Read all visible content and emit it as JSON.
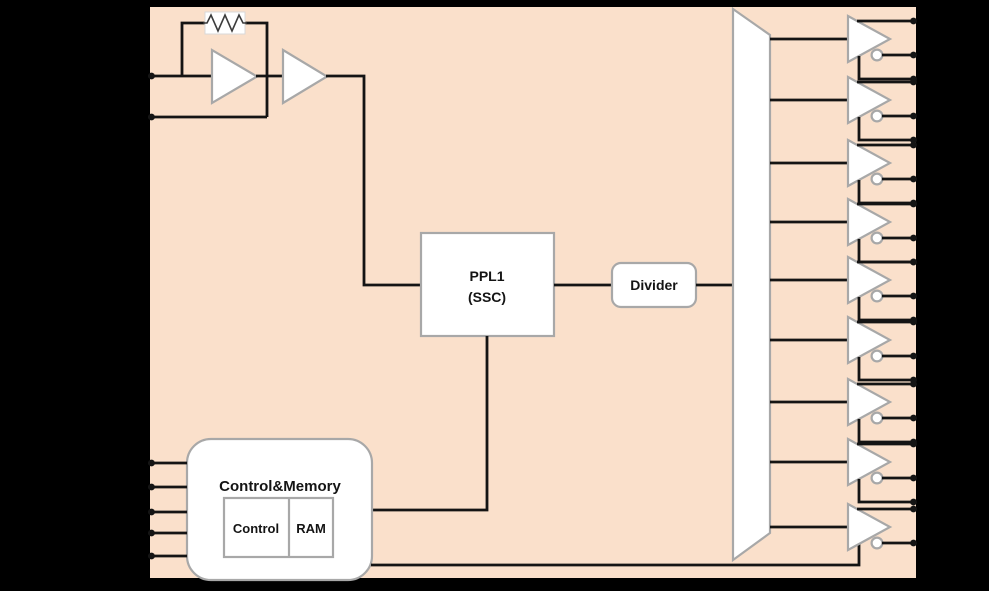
{
  "colors": {
    "canvas": "#000000",
    "chip": "#fae0cb",
    "wire": "#141414",
    "block_fill": "#ffffff",
    "block_border": "#a8a8a8"
  },
  "blocks": {
    "pll": {
      "label_line1": "PPL1",
      "label_line2": "(SSC)"
    },
    "divider": {
      "label": "Divider"
    },
    "control_memory": {
      "title": "Control&Memory",
      "sub_control": "Control",
      "sub_ram": "RAM"
    }
  },
  "structure": {
    "oscillator_input_pins": 2,
    "oscillator_amplifiers": 2,
    "control_input_pins": 5,
    "output_buffer_count": 9,
    "output_lines_per_buffer": 3
  }
}
